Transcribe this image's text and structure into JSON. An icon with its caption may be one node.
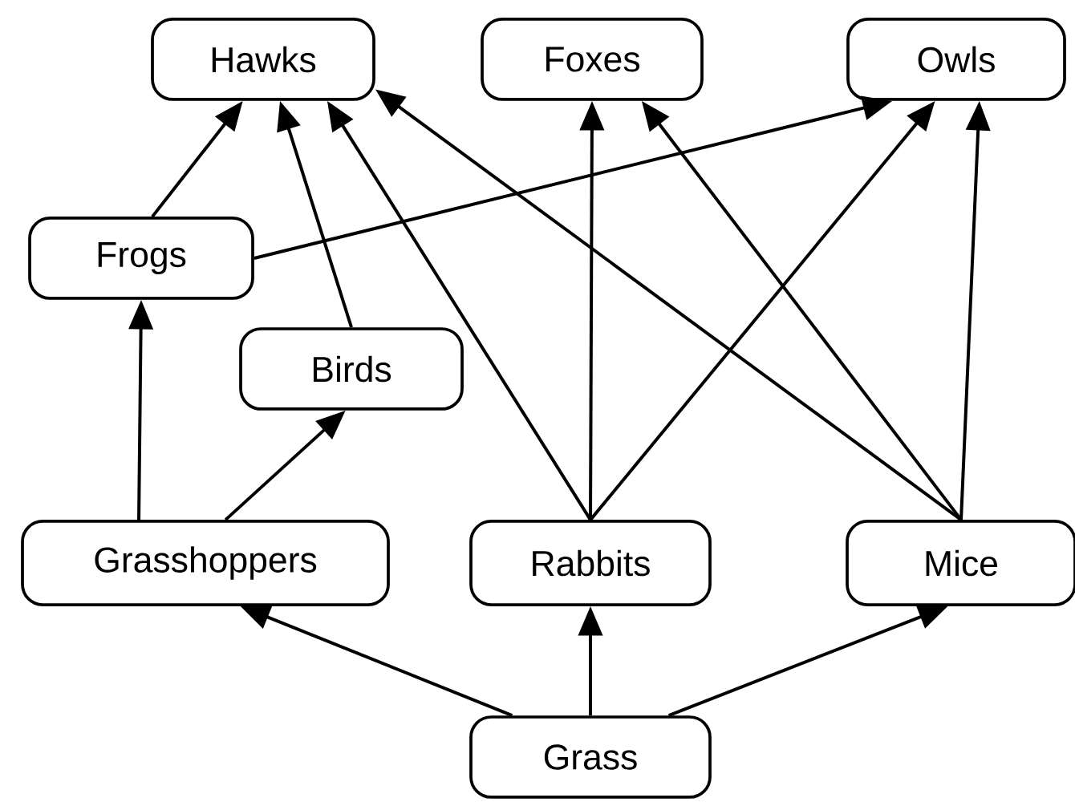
{
  "diagram": {
    "nodes": [
      {
        "text": [
          "Hawks"
        ]
      },
      {
        "text": [
          "Foxes"
        ]
      },
      {
        "text": [
          "Owls"
        ]
      },
      {
        "text": [
          "Frogs"
        ]
      },
      {
        "text": [
          "Birds"
        ]
      },
      {
        "text": [
          "Grasshoppers"
        ]
      },
      {
        "text": [
          "Rabbits"
        ]
      },
      {
        "text": [
          "Mice"
        ]
      },
      {
        "text": [
          "Grass"
        ]
      }
    ],
    "edges": [
      {
        "from": 3,
        "to": 0,
        "arrow": "to"
      },
      {
        "from": 4,
        "to": 0,
        "arrow": "to"
      },
      {
        "from": 6,
        "to": 0,
        "arrow": "to"
      },
      {
        "from": 7,
        "to": 0,
        "arrow": "to"
      },
      {
        "from": 6,
        "to": 1,
        "arrow": "to"
      },
      {
        "from": 7,
        "to": 1,
        "arrow": "to"
      },
      {
        "from": 3,
        "to": 2,
        "arrow": "to"
      },
      {
        "from": 6,
        "to": 2,
        "arrow": "to"
      },
      {
        "from": 7,
        "to": 2,
        "arrow": "to"
      },
      {
        "from": 5,
        "to": 3,
        "arrow": "to"
      },
      {
        "from": 5,
        "to": 4,
        "arrow": "to"
      },
      {
        "from": 8,
        "to": 5,
        "arrow": "to"
      },
      {
        "from": 8,
        "to": 6,
        "arrow": "to"
      },
      {
        "from": 8,
        "to": 7,
        "arrow": "to"
      }
    ]
  }
}
